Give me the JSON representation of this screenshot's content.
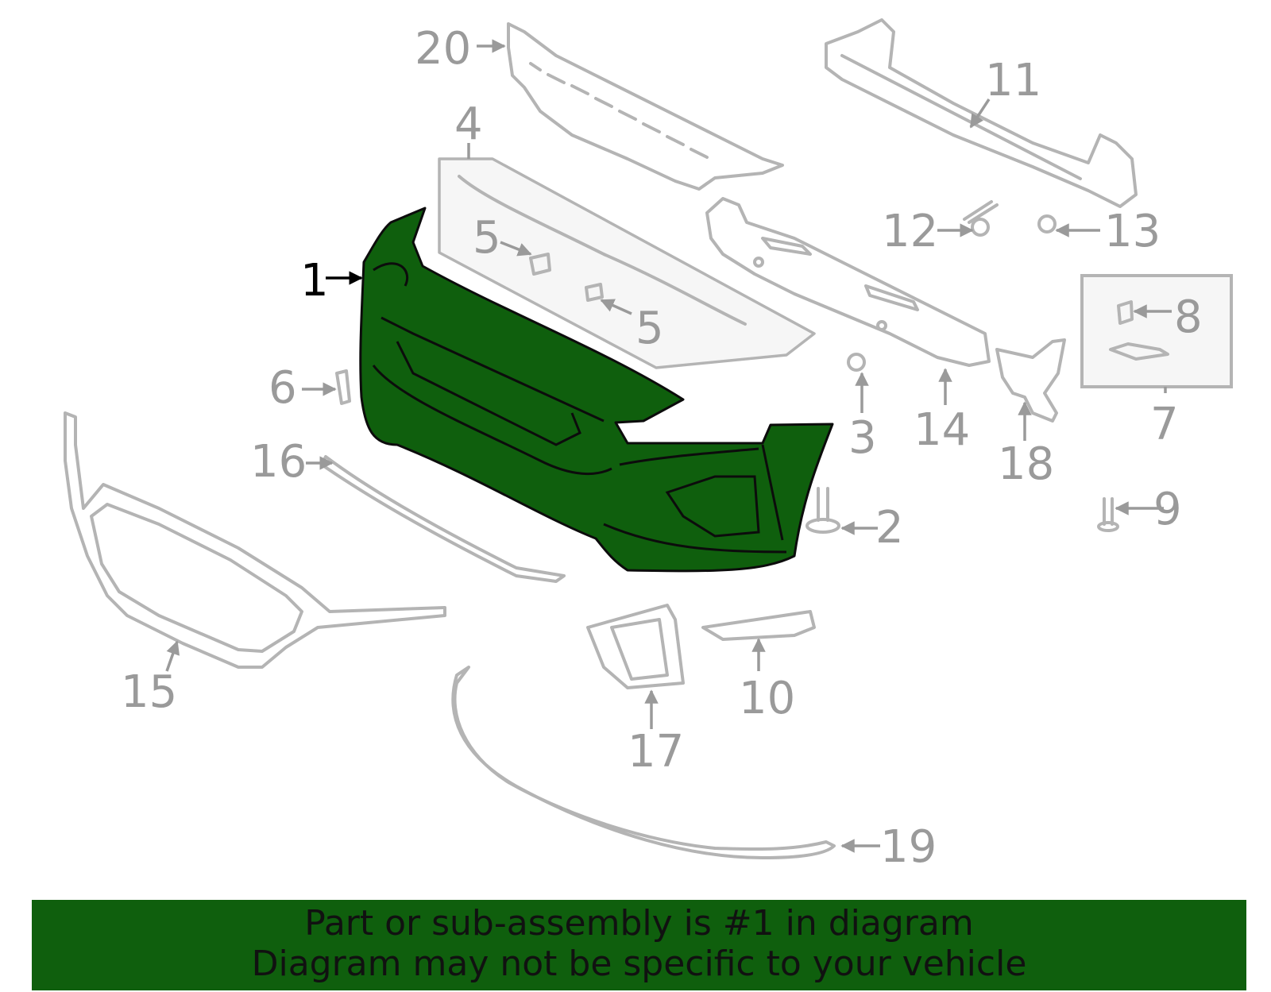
{
  "colors": {
    "highlight": "#0f5f0d",
    "part_outline": "#b4b4b4",
    "callout_text": "#9a9a9a",
    "banner_bg": "#0f5f0d"
  },
  "callouts": {
    "c1": "1",
    "c2": "2",
    "c3": "3",
    "c4": "4",
    "c5a": "5",
    "c5b": "5",
    "c6": "6",
    "c7": "7",
    "c8": "8",
    "c9": "9",
    "c10": "10",
    "c11": "11",
    "c12": "12",
    "c13": "13",
    "c14": "14",
    "c15": "15",
    "c16": "16",
    "c17": "17",
    "c18": "18",
    "c19": "19",
    "c20": "20"
  },
  "banner": {
    "line1": "Part or sub-assembly is #1 in diagram",
    "line2": "Diagram may not be specific to your vehicle"
  }
}
